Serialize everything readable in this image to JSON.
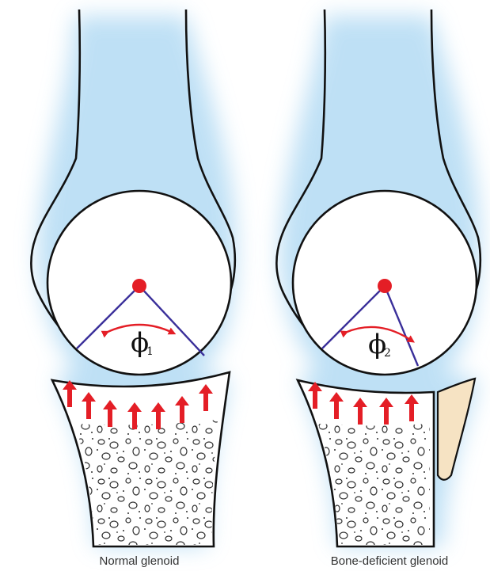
{
  "panels": [
    {
      "caption": "Normal glenoid",
      "angle_symbol": "ϕ",
      "angle_subscript": "1"
    },
    {
      "caption": "Bone-deficient glenoid",
      "angle_symbol": "ϕ",
      "angle_subscript": "2"
    }
  ],
  "colors": {
    "outline": "#111111",
    "glow": "#a9d6f2",
    "center_dot": "#e41e26",
    "force_arrows": "#e41e26",
    "angle_lines": "#3a2f9a",
    "bone_graft": "#f6e3c3"
  }
}
